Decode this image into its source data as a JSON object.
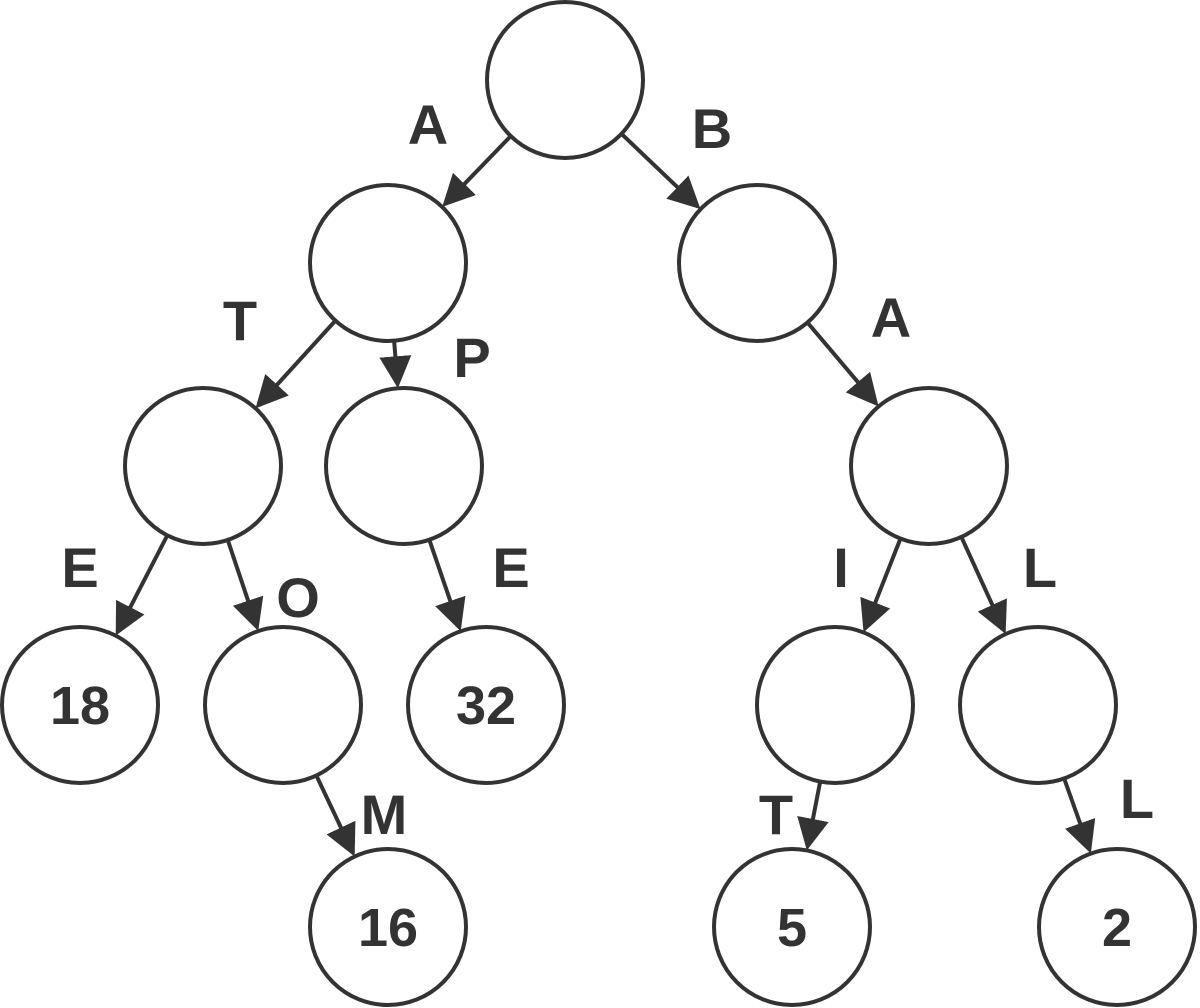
{
  "colors": {
    "stroke": "#333333",
    "text": "#333333",
    "background": "#ffffff"
  },
  "nodes": [
    {
      "id": "root",
      "value": ""
    },
    {
      "id": "n-a",
      "value": ""
    },
    {
      "id": "n-b",
      "value": ""
    },
    {
      "id": "n-at",
      "value": ""
    },
    {
      "id": "n-ap",
      "value": ""
    },
    {
      "id": "n-ba",
      "value": ""
    },
    {
      "id": "n-ate",
      "value": "18"
    },
    {
      "id": "n-ato",
      "value": ""
    },
    {
      "id": "n-ape",
      "value": "32"
    },
    {
      "id": "n-bai",
      "value": ""
    },
    {
      "id": "n-bal",
      "value": ""
    },
    {
      "id": "n-atom",
      "value": "16"
    },
    {
      "id": "n-bait",
      "value": "5"
    },
    {
      "id": "n-ball",
      "value": "2"
    }
  ],
  "edges": [
    {
      "from": "root",
      "to": "n-a",
      "label": "A"
    },
    {
      "from": "root",
      "to": "n-b",
      "label": "B"
    },
    {
      "from": "n-a",
      "to": "n-at",
      "label": "T"
    },
    {
      "from": "n-a",
      "to": "n-ap",
      "label": "P"
    },
    {
      "from": "n-b",
      "to": "n-ba",
      "label": "A"
    },
    {
      "from": "n-at",
      "to": "n-ate",
      "label": "E"
    },
    {
      "from": "n-at",
      "to": "n-ato",
      "label": "O"
    },
    {
      "from": "n-ap",
      "to": "n-ape",
      "label": "E"
    },
    {
      "from": "n-ba",
      "to": "n-bai",
      "label": "I"
    },
    {
      "from": "n-ba",
      "to": "n-bal",
      "label": "L"
    },
    {
      "from": "n-ato",
      "to": "n-atom",
      "label": "M"
    },
    {
      "from": "n-bai",
      "to": "n-bait",
      "label": "T"
    },
    {
      "from": "n-bal",
      "to": "n-ball",
      "label": "L"
    }
  ]
}
